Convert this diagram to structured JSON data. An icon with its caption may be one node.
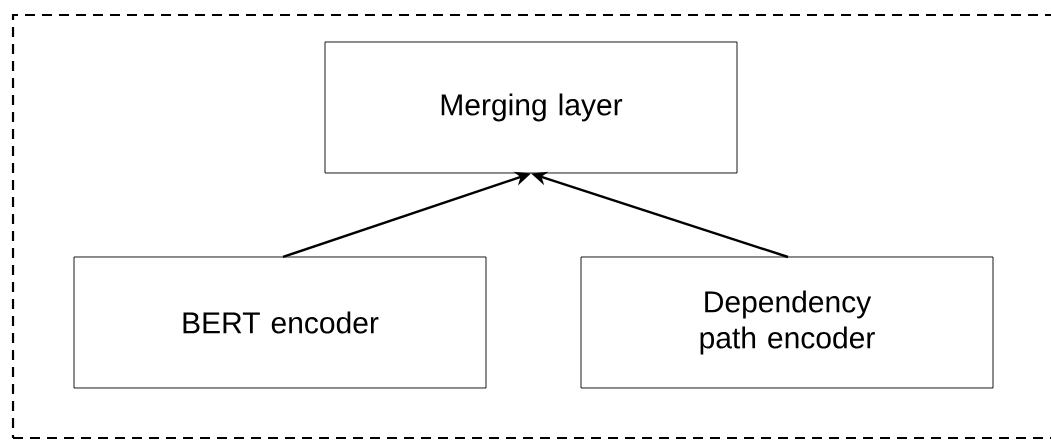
{
  "diagram": {
    "nodes": [
      {
        "text": [],
        "shape": "box"
      },
      {
        "text": [
          "Merging layer"
        ],
        "in": 0
      },
      {
        "text": [
          "BERT encoder"
        ],
        "in": 0
      },
      {
        "text": [
          "Dependency path encoder"
        ],
        "in": 0
      }
    ],
    "edges": [
      {
        "from": 2,
        "to": 1,
        "arrow": "to"
      },
      {
        "from": 3,
        "to": 1,
        "arrow": "to"
      }
    ]
  }
}
